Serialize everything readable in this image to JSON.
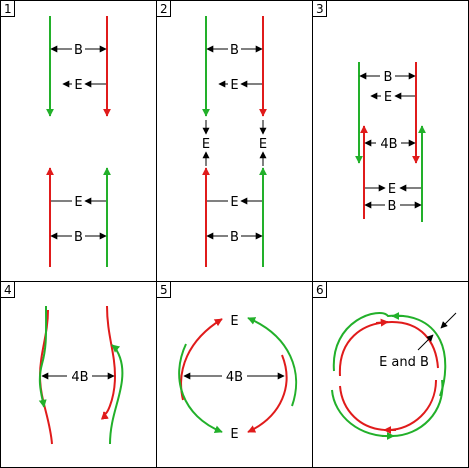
{
  "colors": {
    "green": "#22b02a",
    "red": "#e01b1b",
    "black": "#000000",
    "border": "#000000"
  },
  "panels": [
    {
      "number": "1",
      "labels": [
        "B",
        "E",
        "E",
        "B"
      ]
    },
    {
      "number": "2",
      "labels": [
        "B",
        "E",
        "E",
        "E",
        "E",
        "B"
      ]
    },
    {
      "number": "3",
      "labels": [
        "B",
        "E",
        "4B",
        "E",
        "B"
      ]
    },
    {
      "number": "4",
      "labels": [
        "4B"
      ]
    },
    {
      "number": "5",
      "labels": [
        "E",
        "4B",
        "E"
      ]
    },
    {
      "number": "6",
      "labels": [
        "E and B"
      ]
    }
  ]
}
